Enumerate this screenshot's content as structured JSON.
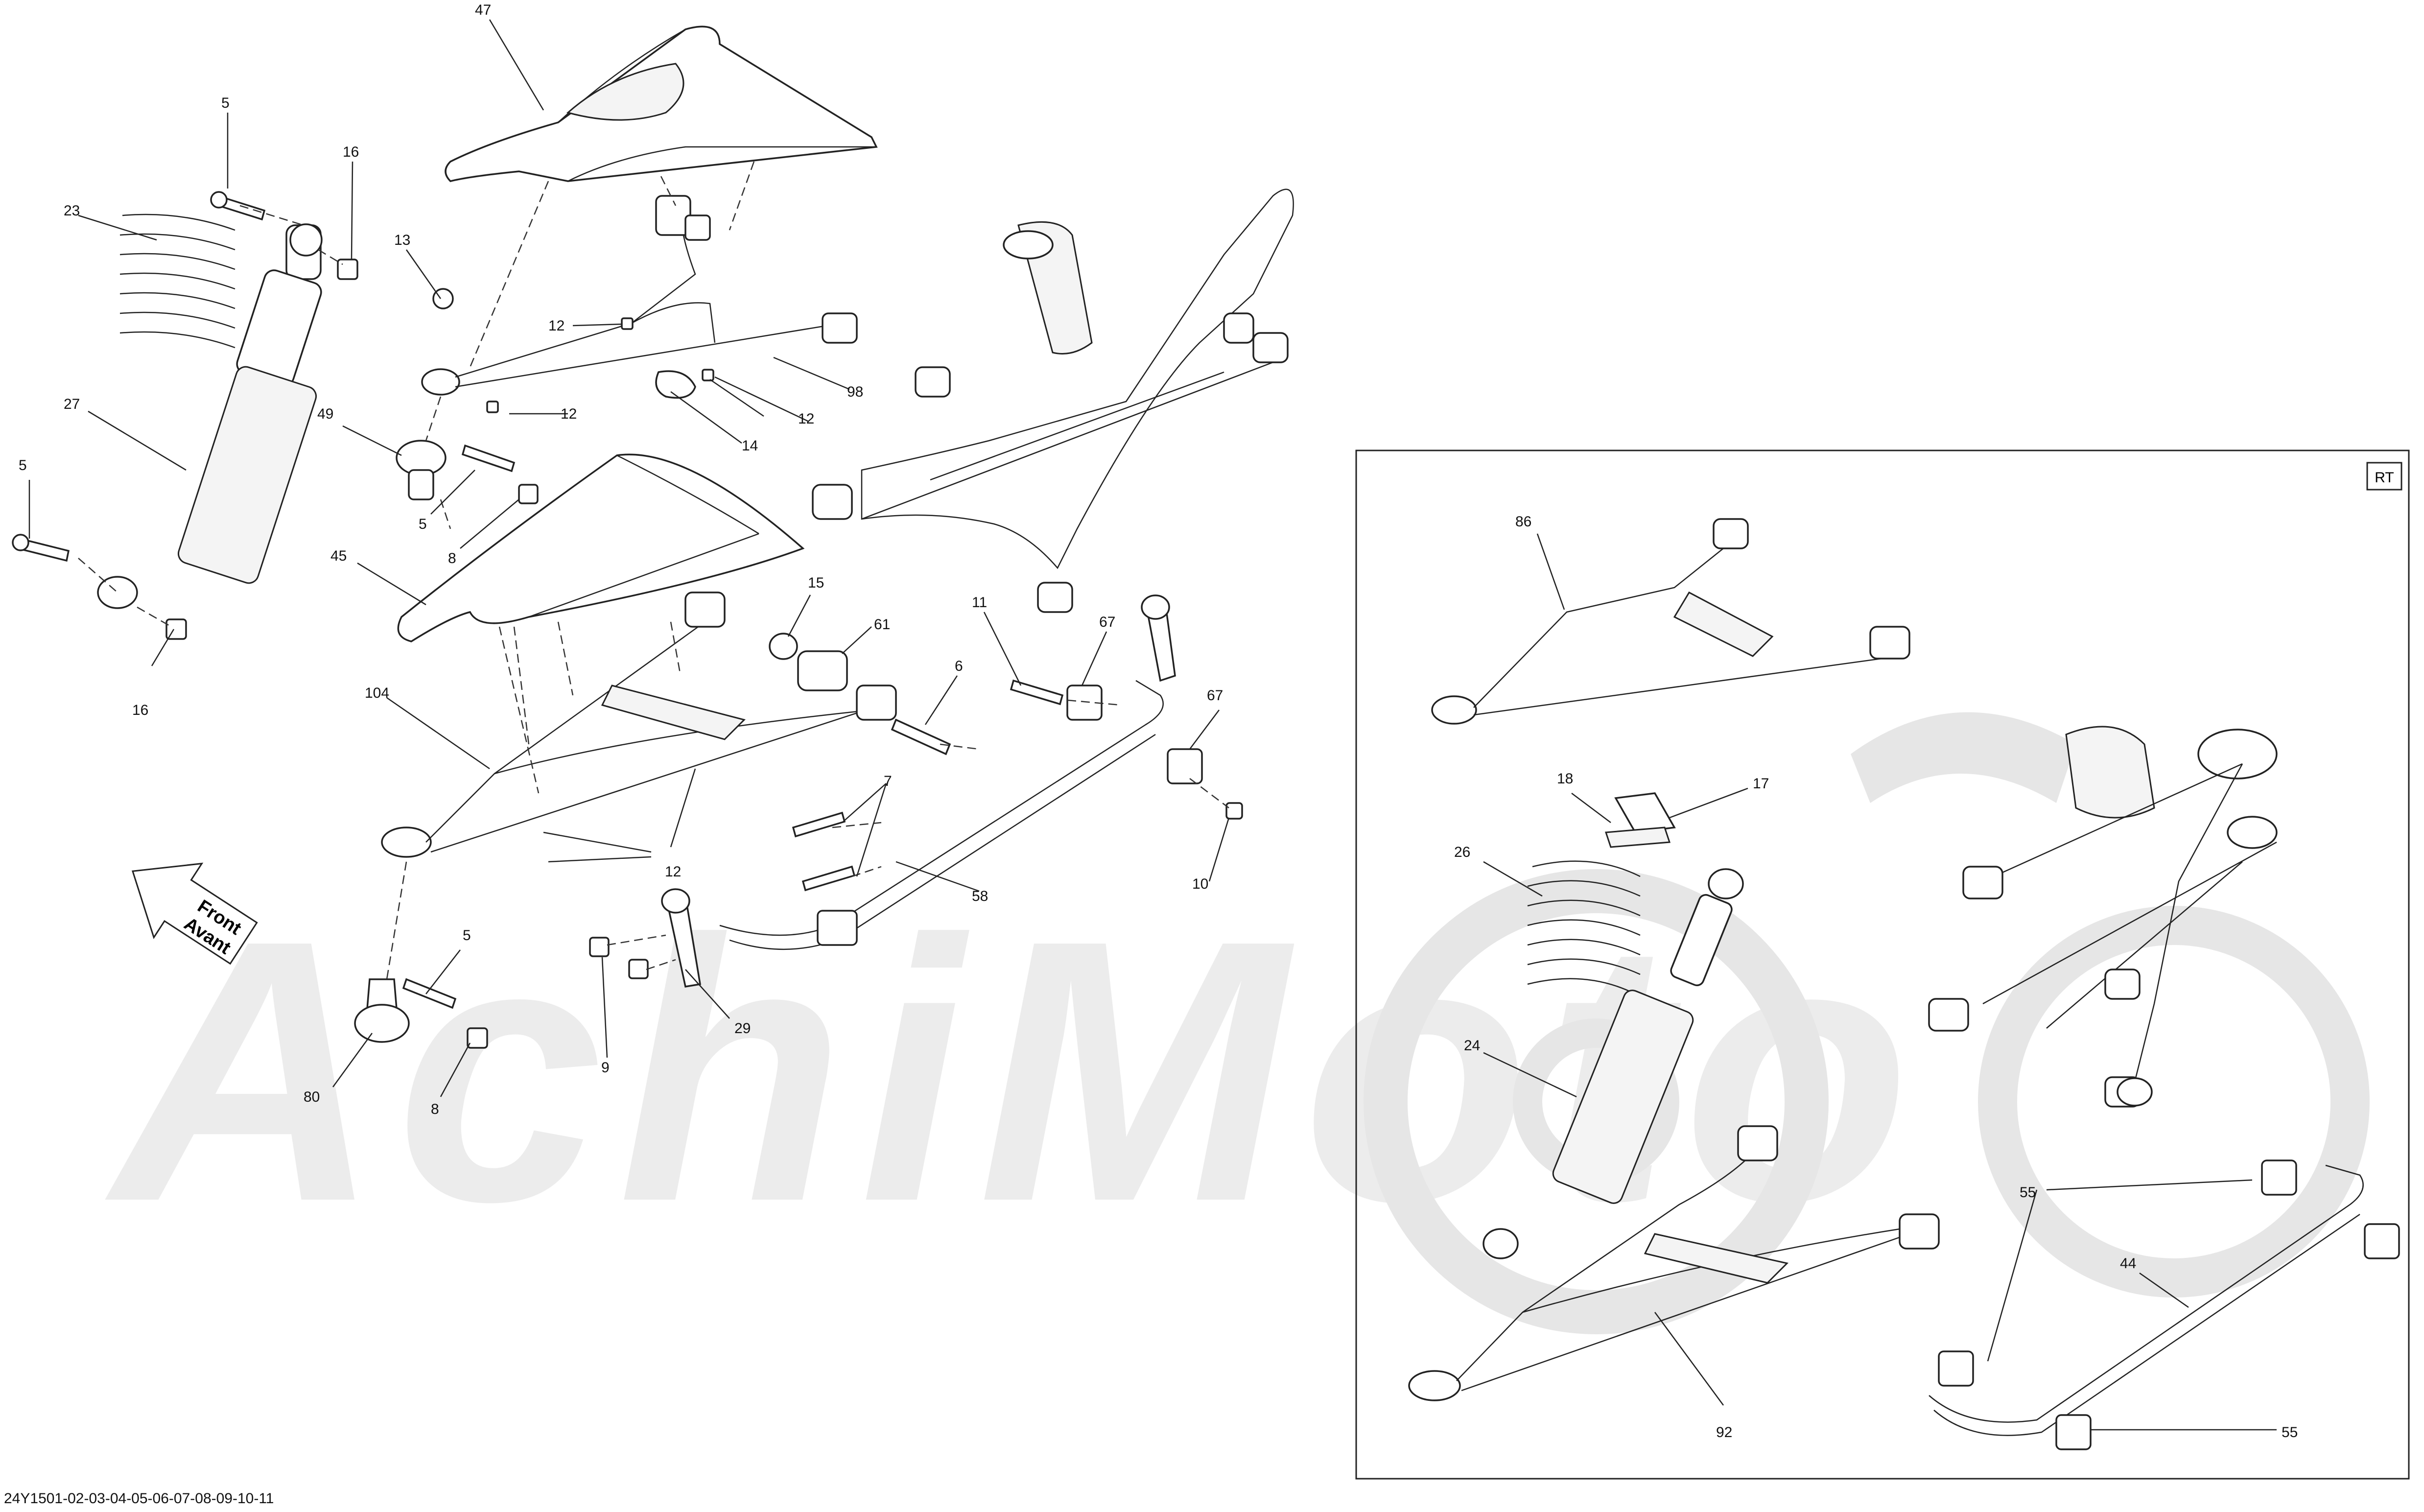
{
  "diagram": {
    "watermark_text": "AchiMoto",
    "front_arrow": {
      "line1": "Front",
      "line2": "Avant"
    },
    "inset": {
      "tag": "RT"
    },
    "footer_code": "24Y1501-02-03-04-05-06-07-08-09-10-11",
    "callouts": {
      "p47": "47",
      "p5a": "5",
      "p16a": "16",
      "p23": "23",
      "p13": "13",
      "p12a": "12",
      "p98": "98",
      "p12b": "12",
      "p12c": "12",
      "p14": "14",
      "p27": "27",
      "p49": "49",
      "p5b": "5",
      "p8a": "8",
      "p5c": "5",
      "p45": "45",
      "p15": "15",
      "p61": "61",
      "p16b": "16",
      "p11": "11",
      "p67a": "67",
      "p6": "6",
      "p67b": "67",
      "p104": "104",
      "p7": "7",
      "p12d": "12",
      "p58": "58",
      "p10": "10",
      "p5d": "5",
      "p29": "29",
      "p9": "9",
      "p80": "80",
      "p8b": "8",
      "p86": "86",
      "p18": "18",
      "p17": "17",
      "p26": "26",
      "p24": "24",
      "p55a": "55",
      "p44": "44",
      "p92": "92",
      "p55b": "55"
    }
  }
}
